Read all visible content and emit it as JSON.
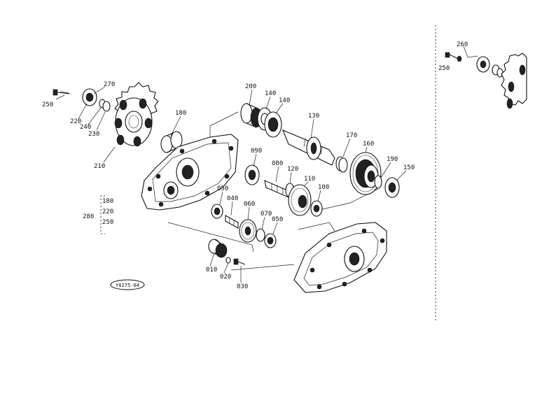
{
  "diagram_code": "Y0275-04",
  "group_label": "280",
  "group_members": [
    "180",
    "220",
    "250"
  ],
  "callouts": {
    "p270": "270",
    "p250": "250",
    "p220": "220",
    "p240": "240",
    "p230": "230",
    "p210": "210",
    "p180": "180",
    "p200": "200",
    "p140a": "140",
    "p140b": "140",
    "p130": "130",
    "p170": "170",
    "p160": "160",
    "p190": "190",
    "p150": "150",
    "p090": "090",
    "p080": "080",
    "p120": "120",
    "p110": "110",
    "p100": "100",
    "p050a": "050",
    "p040": "040",
    "p060": "060",
    "p070": "070",
    "p050b": "050",
    "p010": "010",
    "p020": "020",
    "p030": "030",
    "inset260": "260",
    "inset250": "250"
  }
}
